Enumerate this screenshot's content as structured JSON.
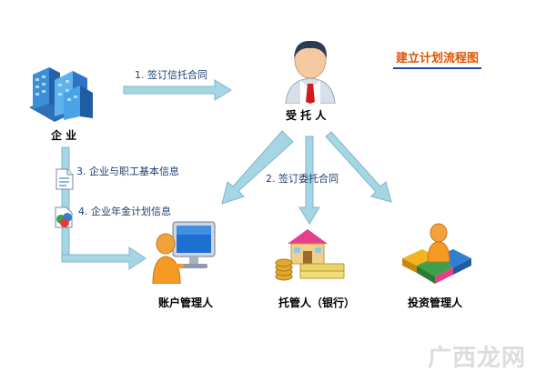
{
  "title": "建立计划流程图",
  "nodes": {
    "enterprise": "企 业",
    "trustee": "受 托 人",
    "account_manager": "账户管理人",
    "custodian": "托管人（银行）",
    "investment_manager": "投资管理人"
  },
  "steps": {
    "step1": "1. 签订信托合同",
    "step2": "2. 签订委托合同",
    "step3": "3. 企业与职工基本信息",
    "step4": "4. 企业年金计划信息"
  },
  "watermark": "广西龙网",
  "colors": {
    "arrow": "#a6d5e4",
    "arrow_stroke": "#7fb6cc",
    "title_text": "#e05400",
    "title_underline": "#1f4e9c",
    "label_text": "#1f3f70"
  }
}
